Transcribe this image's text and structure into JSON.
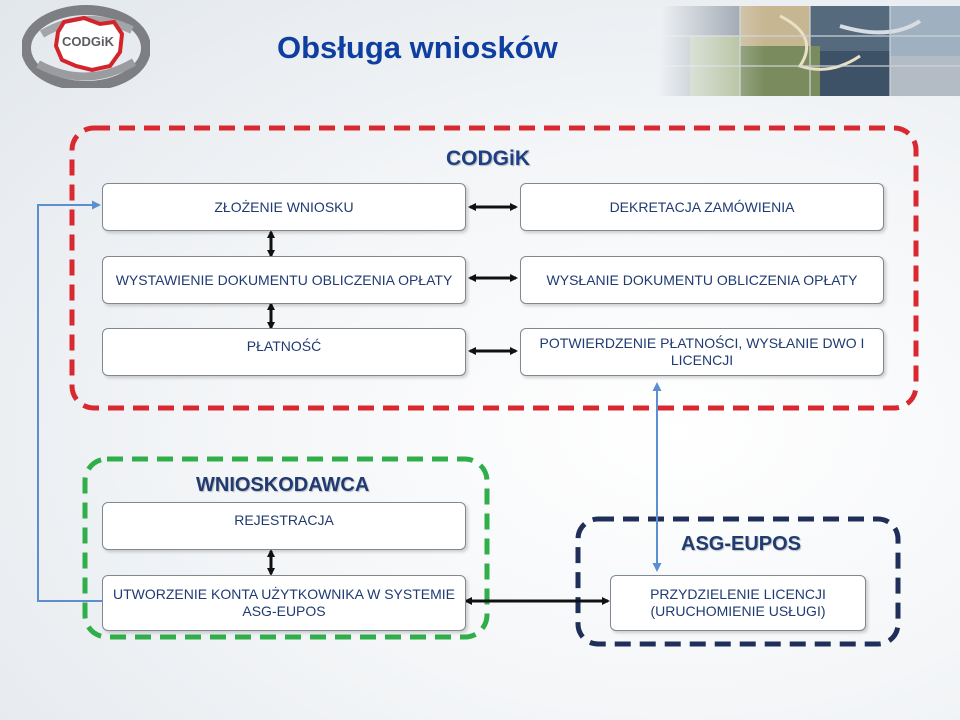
{
  "header": {
    "title": "Obsługa wniosków",
    "logo_text": "CODGiK"
  },
  "colors": {
    "title": "#0e3fa0",
    "codgik_border": "#d9282f",
    "wnioskodawca_border": "#2fae4a",
    "asg_border": "#1f2f5a",
    "connector_blue": "#5b8fd0"
  },
  "groups": {
    "codgik": {
      "label": "CODGiK",
      "boxes": {
        "zlozenie": "ZŁOŻENIE WNIOSKU",
        "dekretacja": "DEKRETACJA ZAMÓWIENIA",
        "wystawienie": "WYSTAWIENIE DOKUMENTU OBLICZENIA OPŁATY",
        "wyslanie": "WYSŁANIE DOKUMENTU OBLICZENIA OPŁATY",
        "platnosc": "PŁATNOŚĆ",
        "potwierdzenie": "POTWIERDZENIE PŁATNOŚCI, WYSŁANIE DWO I LICENCJI"
      }
    },
    "wnioskodawca": {
      "label": "WNIOSKODAWCA",
      "boxes": {
        "rejestracja": "REJESTRACJA",
        "utworzenie": "UTWORZENIE KONTA UŻYTKOWNIKA W SYSTEMIE ASG-EUPOS"
      }
    },
    "asg": {
      "label": "ASG-EUPOS",
      "boxes": {
        "przydzielenie": "PRZYDZIELENIE LICENCJI (URUCHOMIENIE USŁUGI)"
      }
    }
  }
}
